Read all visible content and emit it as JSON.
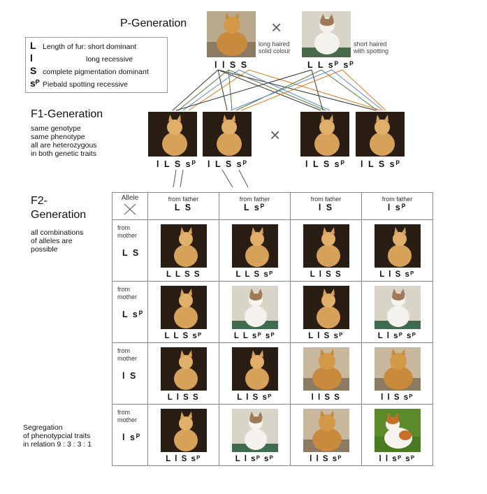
{
  "p_gen": {
    "title": "P-Generation",
    "cat1_desc": "long haired\nsolid colour",
    "cat2_desc": "short haired\nwith spotting",
    "cat1_geno": "l l S S",
    "cat2_geno": "L L sᴾ sᴾ",
    "cross": "×"
  },
  "legend": {
    "rows": [
      {
        "sym": "L",
        "text": "Length of fur: short dominant"
      },
      {
        "sym": "l",
        "text": "long recessive"
      },
      {
        "sym": "S",
        "text": "complete pigmentation dominant"
      },
      {
        "sym": "sᴾ",
        "text": "Piebald spotting recessive"
      }
    ]
  },
  "f1_gen": {
    "title": "F1-Generation",
    "desc": "same genotype\nsame phenotype\nall are heterozygous\nin both genetic traits",
    "genos": [
      "l L S sᴾ",
      "l L S sᴾ",
      "l L S sᴾ",
      "l L S sᴾ"
    ],
    "cross": "×"
  },
  "f2_gen": {
    "title": "F2-\nGeneration",
    "desc": "all combinations\nof alleles are\npossible",
    "segregation": "Segregation\nof phenotypcial traits\nin relation 9 : 3 : 3 : 1"
  },
  "grid": {
    "corner": "Allele",
    "father_label": "from father",
    "mother_label": "from\nmother",
    "fathers": [
      "L S",
      "L sᴾ",
      "l S",
      "l sᴾ"
    ],
    "mothers": [
      "L S",
      "L sᴾ",
      "l S",
      "l sᴾ"
    ],
    "cells": [
      [
        {
          "g": "L L S S",
          "p": "short-solid"
        },
        {
          "g": "L L S sᴾ",
          "p": "short-solid"
        },
        {
          "g": "L l S S",
          "p": "short-solid"
        },
        {
          "g": "L l S sᴾ",
          "p": "short-solid"
        }
      ],
      [
        {
          "g": "L L S sᴾ",
          "p": "short-solid"
        },
        {
          "g": "L L sᴾ sᴾ",
          "p": "short-spotted"
        },
        {
          "g": "L l S sᴾ",
          "p": "short-solid"
        },
        {
          "g": "L l sᴾ sᴾ",
          "p": "short-spotted"
        }
      ],
      [
        {
          "g": "L l S S",
          "p": "short-solid"
        },
        {
          "g": "L l S sᴾ",
          "p": "short-solid"
        },
        {
          "g": "l l S S",
          "p": "long-solid"
        },
        {
          "g": "l l S sᴾ",
          "p": "long-solid"
        }
      ],
      [
        {
          "g": "L l S sᴾ",
          "p": "short-solid"
        },
        {
          "g": "L l sᴾ sᴾ",
          "p": "short-spotted"
        },
        {
          "g": "l l S sᴾ",
          "p": "long-solid"
        },
        {
          "g": "l l sᴾ sᴾ",
          "p": "long-spotted"
        }
      ]
    ]
  }
}
